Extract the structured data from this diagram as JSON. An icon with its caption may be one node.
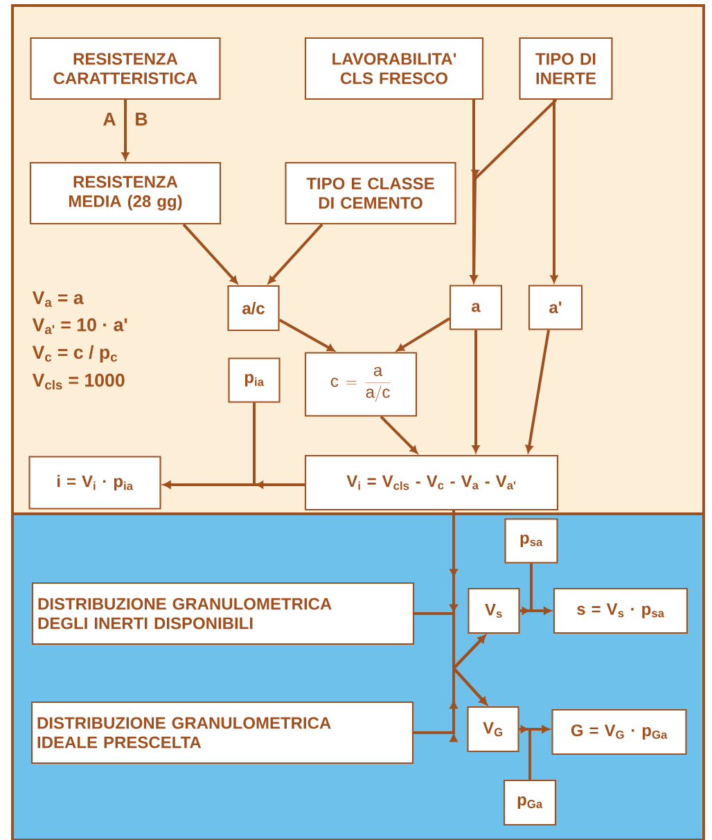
{
  "diagram": {
    "nodes": [
      {
        "text": [
          "RESISTENZA CARATTERISTICA"
        ]
      },
      {
        "text": [
          "LAVORABILITA' CLS FRESCO"
        ]
      },
      {
        "text": [
          "TIPO DI INERTE"
        ]
      },
      {
        "text": [
          "RESISTENZA MEDIA (28 gg)"
        ]
      },
      {
        "text": [
          "TIPO E CLASSE DI CEMENTO"
        ]
      },
      {
        "text": [
          "a/c"
        ]
      },
      {
        "text": [
          "a"
        ]
      },
      {
        "text": [
          "a'"
        ]
      },
      {
        "text": [
          "p$_{ia}$"
        ]
      },
      {
        "text": [
          "\\mathsf{c} = \\frac{\\mathsf{a}}{\\mathsf{a/c}}"
        ]
      },
      {
        "text": [
          "V$_{i}$ = V$_{cls}$ - V$_{c}$ - V$_{a}$ - V$_{a'}$"
        ]
      },
      {
        "text": [
          "i = V$_{i}$ · p$_{ia}$"
        ]
      },
      {
        "text": [
          "DISTRIBUZIONE GRANULOMETRICA DEGLI INERTI DISPONIBILI"
        ]
      },
      {
        "text": [
          "DISTRIBUZIONE GRANULOMETRICA IDEALE PRESCELTA"
        ]
      },
      {
        "text": [
          "p$_{sa}$"
        ]
      },
      {
        "text": [
          "V$_{s}$"
        ]
      },
      {
        "text": [
          "s = V$_{s}$ · p$_{sa}$"
        ]
      },
      {
        "text": [
          "V$_{G}$"
        ]
      },
      {
        "text": [
          "G = V$_{G}$ · p$_{Ga}$"
        ]
      },
      {
        "text": [
          "p$_{Ga}$"
        ]
      }
    ],
    "edges": [
      {
        "from": 0,
        "to": 3,
        "arrow": "to"
      },
      {
        "from": 1,
        "to": 6,
        "arrow": "to"
      },
      {
        "from": 2,
        "to": 6,
        "arrow": "to"
      },
      {
        "from": 2,
        "to": 7,
        "arrow": "to"
      },
      {
        "from": 3,
        "to": 5,
        "arrow": "to"
      },
      {
        "from": 4,
        "to": 5,
        "arrow": "to"
      },
      {
        "from": 5,
        "to": 9,
        "arrow": "to"
      },
      {
        "from": 6,
        "to": 9,
        "arrow": "to"
      },
      {
        "from": 6,
        "to": 10,
        "arrow": "to"
      },
      {
        "from": 7,
        "to": 10,
        "arrow": "to"
      },
      {
        "from": 9,
        "to": 10,
        "arrow": "to"
      },
      {
        "from": 10,
        "to": 11,
        "arrow": "to"
      },
      {
        "from": 8,
        "to": 11,
        "arrow": "to"
      },
      {
        "from": 10,
        "to": 15,
        "arrow": "to"
      },
      {
        "from": 10,
        "to": 17,
        "arrow": "to"
      },
      {
        "from": 12,
        "to": 15,
        "arrow": "to"
      },
      {
        "from": 12,
        "to": 17,
        "arrow": "to"
      },
      {
        "from": 13,
        "to": 15,
        "arrow": "to"
      },
      {
        "from": 13,
        "to": 17,
        "arrow": "to"
      },
      {
        "from": 14,
        "to": 16,
        "arrow": "to"
      },
      {
        "from": 15,
        "to": 16,
        "arrow": "to"
      },
      {
        "from": 17,
        "to": 18,
        "arrow": "to"
      },
      {
        "from": 19,
        "to": 18,
        "arrow": "to"
      }
    ],
    "labels": [
      "A",
      "B",
      "V$_{a}$ = a",
      "V$_{a'}$ = 10 · a'",
      "V$_{c}$ = c / p$_{c}$",
      "V$_{cls}$ = 1000"
    ]
  }
}
